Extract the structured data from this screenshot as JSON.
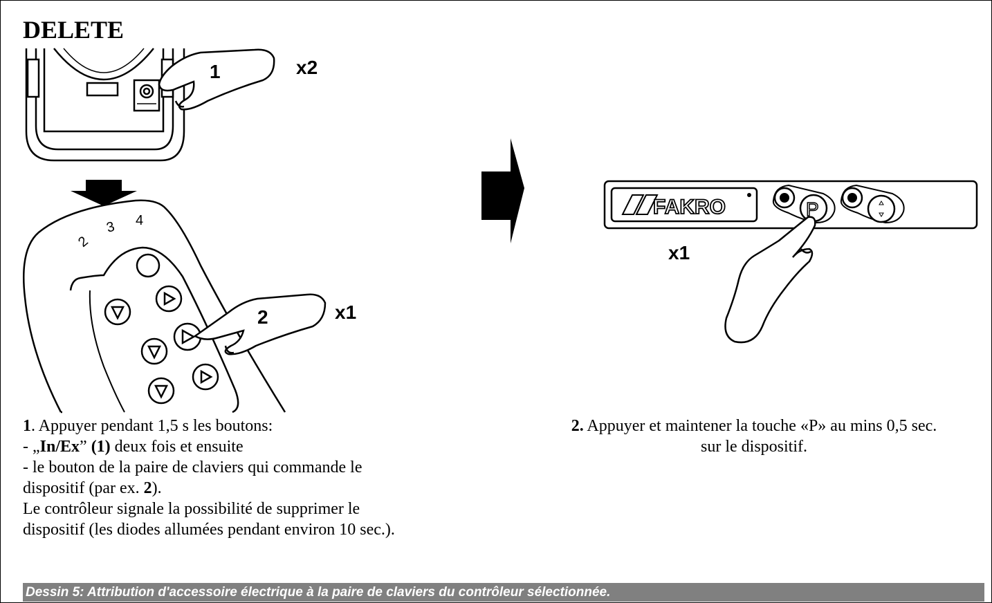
{
  "title": "DELETE",
  "figure": {
    "step1_marker": "1",
    "step1_count": "x2",
    "step2_marker": "2",
    "step2_count": "x1",
    "remote_channels": [
      "2",
      "3",
      "4"
    ],
    "device_logo": "FAKRO",
    "device_button_letter": "P",
    "device_count": "x1"
  },
  "instructions_left": {
    "line1_num": "1",
    "line1_text": ". Appuyer pendant 1,5 s les boutons:",
    "line2_prefix": "- „",
    "line2_key": "In/Ex",
    "line2_mid": "” ",
    "line2_ref": "(1)",
    "line2_text": " deux fois et ensuite",
    "line3": "- le bouton de la paire de claviers qui commande le",
    "line4_text": "dispositif  (par ex. ",
    "line4_num": "2",
    "line4_end": ").",
    "line5": "Le contrôleur signale la possibilité de supprimer le",
    "line6": "dispositif (les diodes allumées pendant environ 10 sec.)."
  },
  "instructions_right": {
    "num": "2.",
    "line1": " Appuyer et maintener la touche «P» au mins 0,5 sec.",
    "line2": "sur le dispositif."
  },
  "caption": "Dessin 5: Attribution d'accessoire électrique à la paire de claviers du contrôleur sélectionnée."
}
